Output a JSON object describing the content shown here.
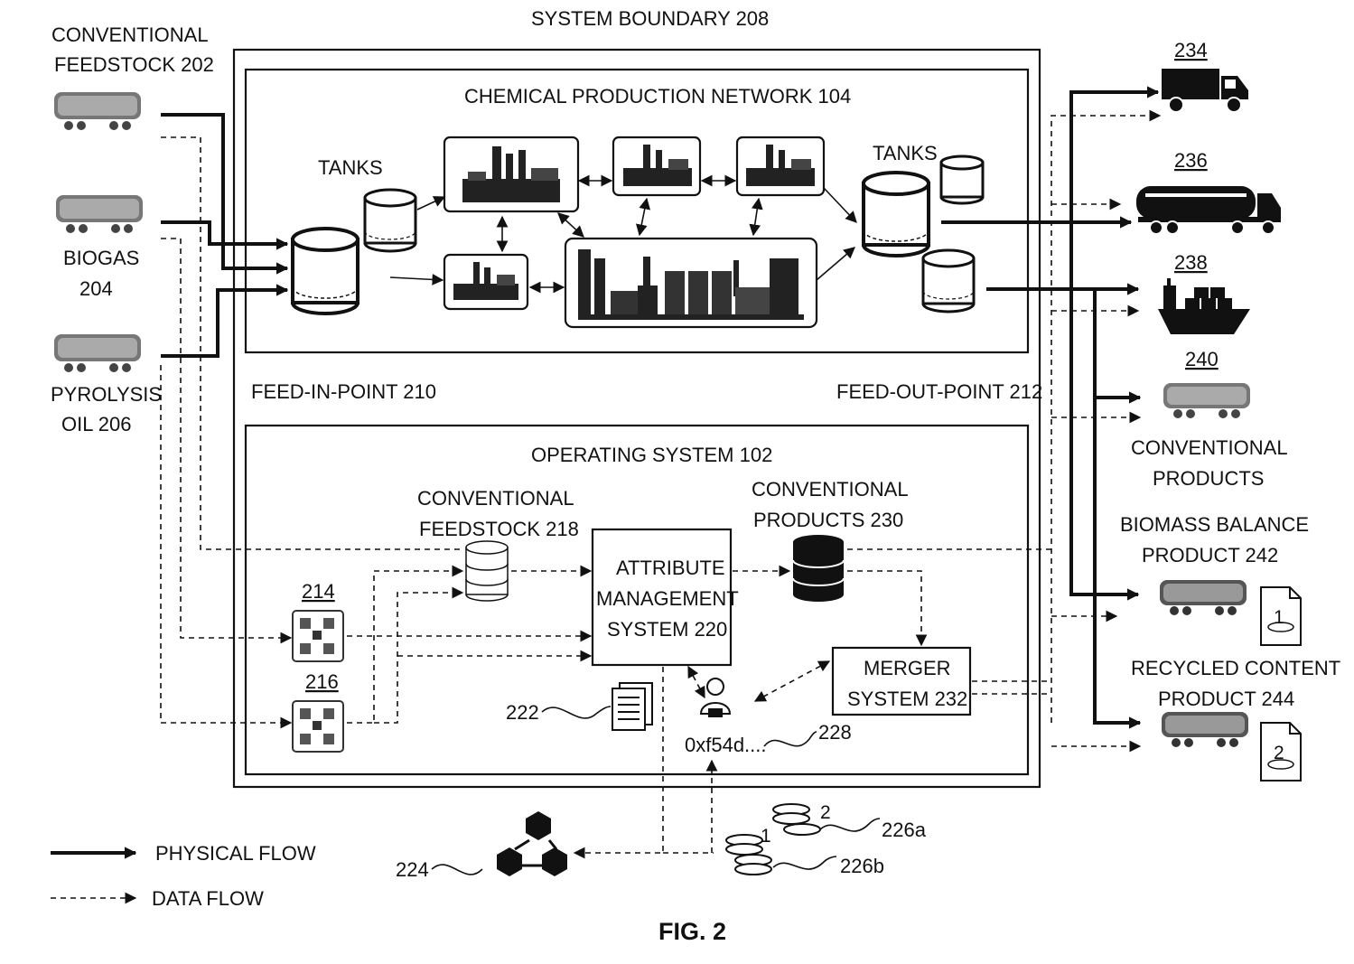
{
  "labels": {
    "system_boundary": "SYSTEM BOUNDARY 208",
    "conv_feedstock_a": "CONVENTIONAL",
    "conv_feedstock_b": "FEEDSTOCK 202",
    "biogas_a": "BIOGAS",
    "biogas_b": "204",
    "pyrolysis_a": "PYROLYSIS",
    "pyrolysis_b": "OIL 206",
    "cpn": "CHEMICAL PRODUCTION NETWORK 104",
    "tanks_left": "TANKS",
    "tanks_right": "TANKS",
    "feed_in": "FEED-IN-POINT 210",
    "feed_out": "FEED-OUT-POINT 212",
    "os": "OPERATING SYSTEM 102",
    "cf218_a": "CONVENTIONAL",
    "cf218_b": "FEEDSTOCK 218",
    "cp230_a": "CONVENTIONAL",
    "cp230_b": "PRODUCTS 230",
    "ams_a": "ATTRIBUTE",
    "ams_b": "MANAGEMENT",
    "ams_c": "SYSTEM 220",
    "merger_a": "MERGER",
    "merger_b": "SYSTEM 232",
    "ref214": "214",
    "ref216": "216",
    "ref222": "222",
    "ref228": "228",
    "wallet": "0xf54d....",
    "ref224": "224",
    "ref226a": "226a",
    "ref226b": "226b",
    "coin1": "1",
    "coin2": "2",
    "ref234": "234",
    "ref236": "236",
    "ref238": "238",
    "ref240": "240",
    "conv_products_a": "CONVENTIONAL",
    "conv_products_b": "PRODUCTS",
    "biomass_a": "BIOMASS BALANCE",
    "biomass_b": "PRODUCT 242",
    "doc1": "1",
    "recycled_a": "RECYCLED CONTENT",
    "recycled_b": "PRODUCT 244",
    "doc2": "2",
    "legend_physical": "PHYSICAL FLOW",
    "legend_data": "DATA FLOW",
    "fig": "FIG. 2"
  }
}
